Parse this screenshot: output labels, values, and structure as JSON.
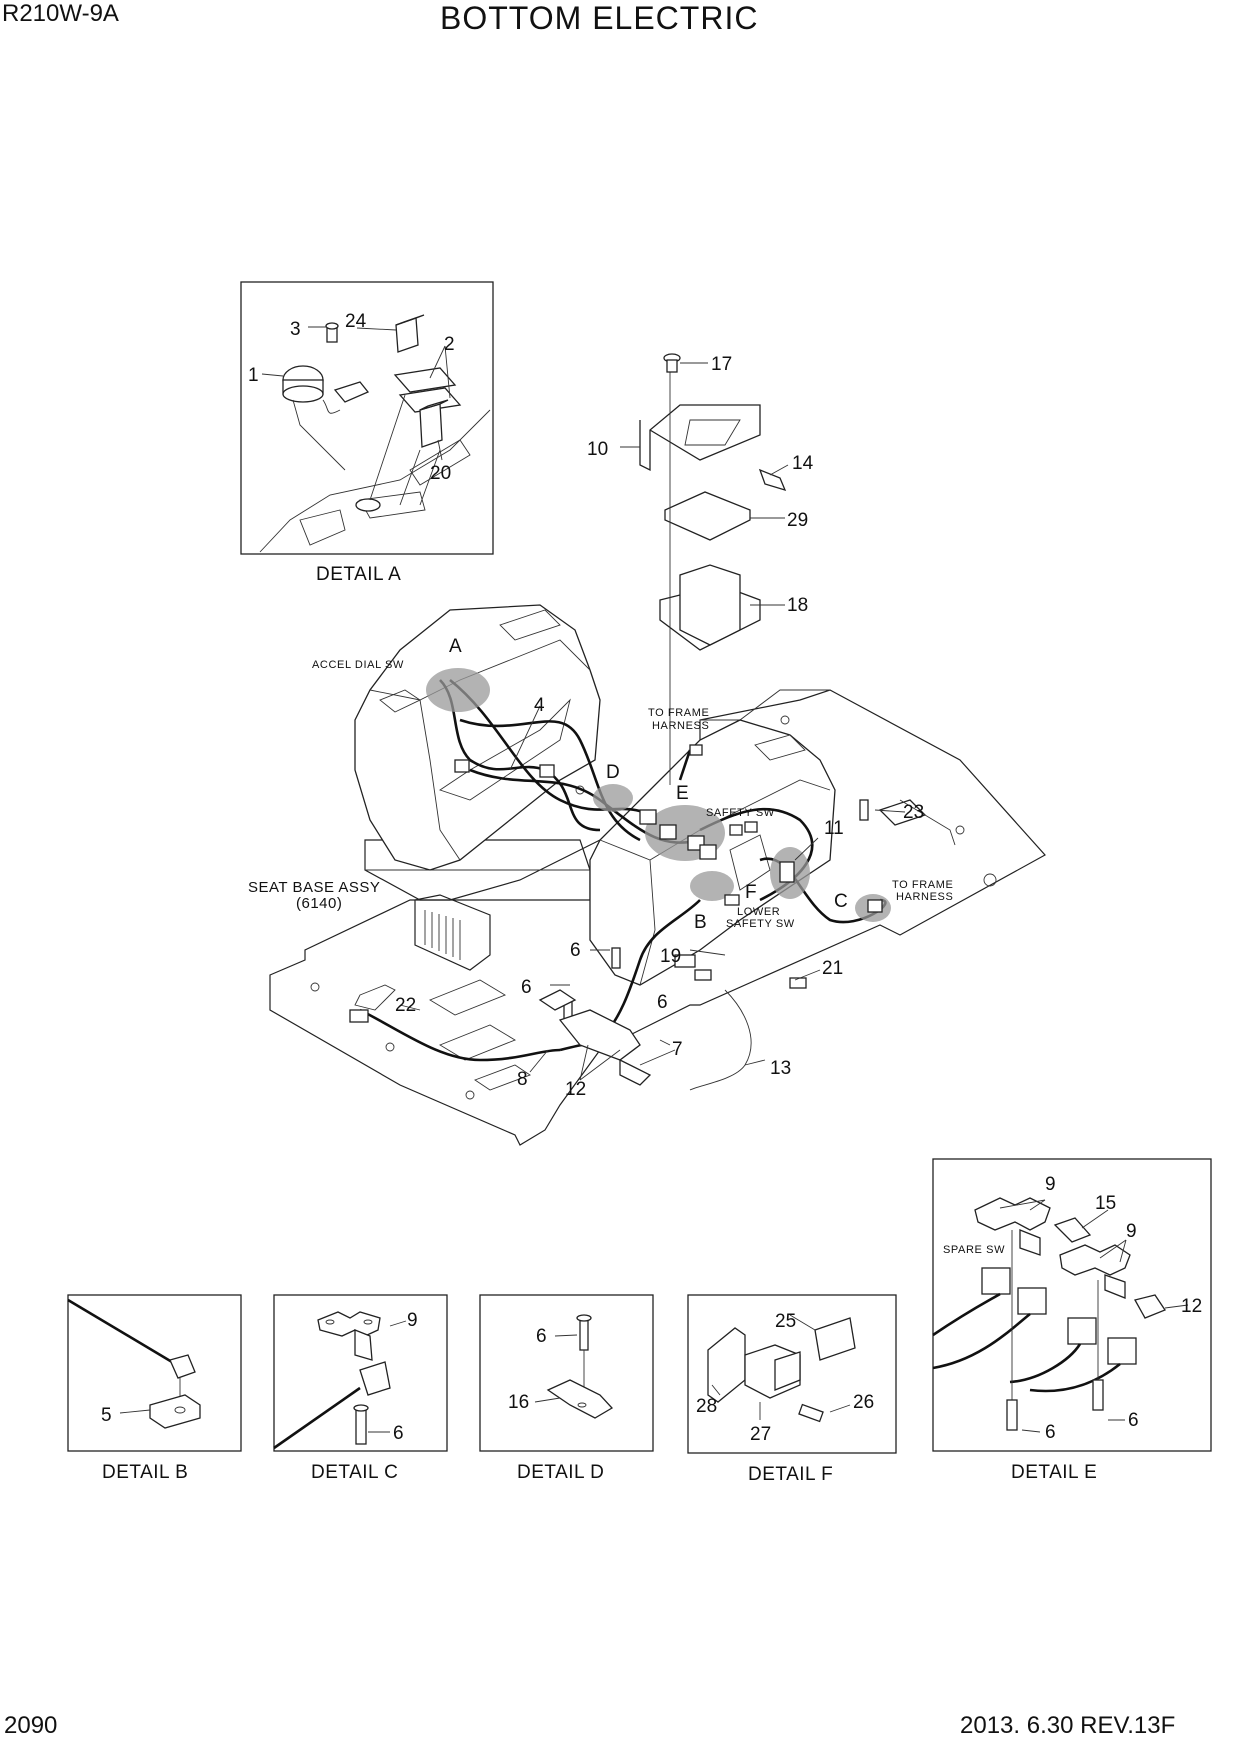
{
  "header": {
    "model": "R210W-9A",
    "title": "BOTTOM ELECTRIC"
  },
  "footer": {
    "page_number": "2090",
    "revision": "2013. 6.30  REV.13F"
  },
  "main_labels": {
    "accel_dial_sw": "ACCEL DIAL SW",
    "to_frame_harness_top_1": "TO FRAME",
    "to_frame_harness_top_2": "HARNESS",
    "safety_sw": "SAFETY SW",
    "lower_safety_sw_1": "LOWER",
    "lower_safety_sw_2": "SAFETY SW",
    "to_frame_harness_right_1": "TO FRAME",
    "to_frame_harness_right_2": "HARNESS",
    "seat_base_assy": "SEAT BASE ASSY",
    "seat_base_ref": "(6140)",
    "detail_letters": {
      "a": "A",
      "b": "B",
      "c": "C",
      "d": "D",
      "e": "E",
      "f": "F"
    }
  },
  "callouts": {
    "p4": "4",
    "p6a": "6",
    "p6b": "6",
    "p6c": "6",
    "p7": "7",
    "p8": "8",
    "p10": "10",
    "p11": "11",
    "p12": "12",
    "p13": "13",
    "p14": "14",
    "p17": "17",
    "p18": "18",
    "p19": "19",
    "p21": "21",
    "p22": "22",
    "p23": "23",
    "p29": "29"
  },
  "detail_a": {
    "caption": "DETAIL A",
    "callouts": {
      "p1": "1",
      "p2": "2",
      "p3": "3",
      "p20": "20",
      "p24": "24"
    }
  },
  "detail_b": {
    "caption": "DETAIL B",
    "callouts": {
      "p5": "5"
    }
  },
  "detail_c": {
    "caption": "DETAIL C",
    "callouts": {
      "p9": "9",
      "p6": "6"
    }
  },
  "detail_d": {
    "caption": "DETAIL D",
    "callouts": {
      "p6": "6",
      "p16": "16"
    }
  },
  "detail_f": {
    "caption": "DETAIL F",
    "callouts": {
      "p25": "25",
      "p26": "26",
      "p27": "27",
      "p28": "28"
    }
  },
  "detail_e": {
    "caption": "DETAIL E",
    "spare_sw": "SPARE SW",
    "callouts": {
      "p9a": "9",
      "p9b": "9",
      "p12": "12",
      "p15": "15",
      "p6a": "6",
      "p6b": "6"
    }
  }
}
